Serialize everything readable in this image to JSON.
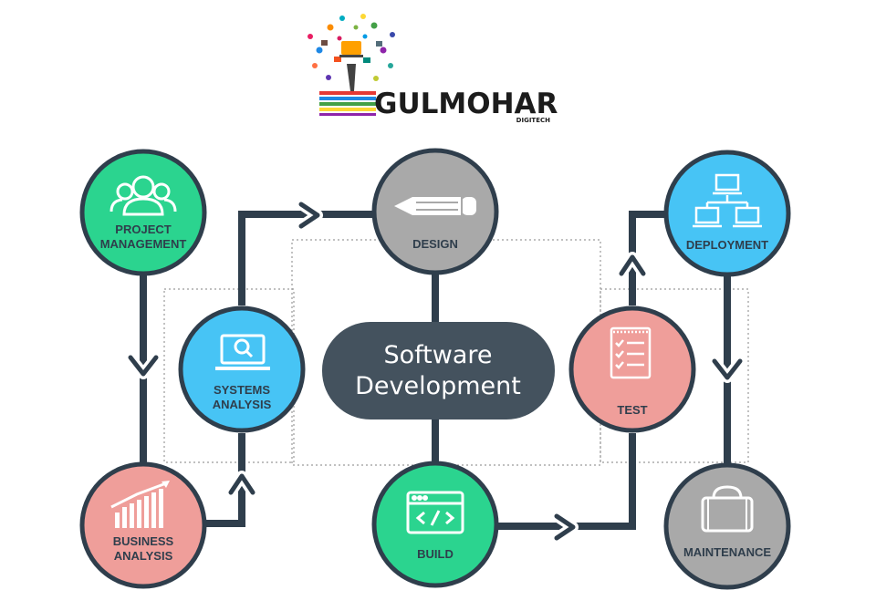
{
  "brand": {
    "name": "GULMOHAR",
    "tagline": "DIGITECH"
  },
  "center": {
    "line1": "Software",
    "line2": "Development"
  },
  "nodes": {
    "project_management": {
      "line1": "PROJECT",
      "line2": "MANAGEMENT",
      "color": "#2bd48f",
      "icon": "team-icon"
    },
    "business_analysis": {
      "line1": "BUSINESS",
      "line2": "ANALYSIS",
      "color": "#ef9e9a",
      "icon": "growth-chart-icon"
    },
    "systems_analysis": {
      "line1": "SYSTEMS",
      "line2": "ANALYSIS",
      "color": "#47c4f5",
      "icon": "laptop-search-icon"
    },
    "design": {
      "line1": "DESIGN",
      "color": "#a9a9a9",
      "icon": "pencil-icon"
    },
    "build": {
      "line1": "BUILD",
      "color": "#2bd48f",
      "icon": "code-window-icon"
    },
    "test": {
      "line1": "TEST",
      "color": "#ef9e9a",
      "icon": "checklist-icon"
    },
    "deployment": {
      "line1": "DEPLOYMENT",
      "color": "#47c4f5",
      "icon": "network-icon"
    },
    "maintenance": {
      "line1": "MAINTENANCE",
      "color": "#a9a9a9",
      "icon": "toolbox-icon"
    }
  },
  "colors": {
    "ring": "#2f3e4c",
    "connector": "#2f3e4c",
    "center_fill": "#44525e"
  }
}
